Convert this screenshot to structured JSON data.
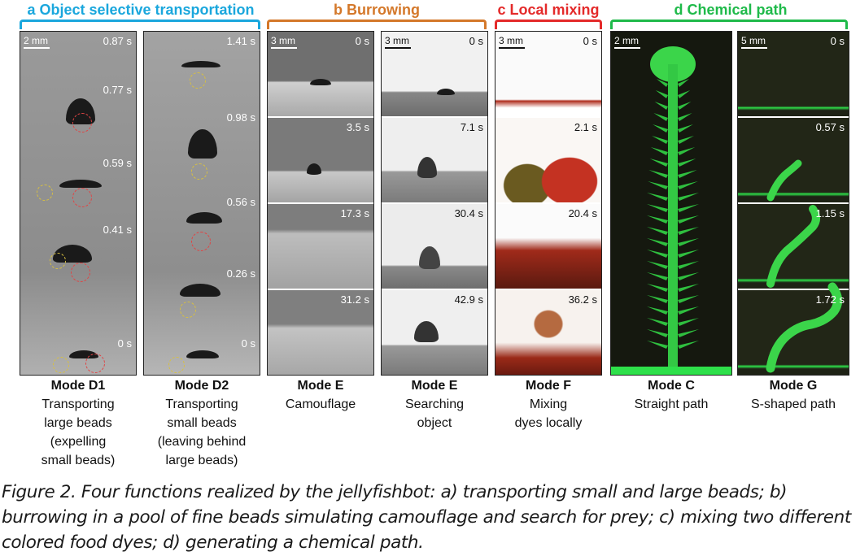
{
  "sections": [
    {
      "key": "a",
      "title": "a Object selective transportation",
      "color": "#1aa7dd"
    },
    {
      "key": "b",
      "title": "b Burrowing",
      "color": "#d4782a"
    },
    {
      "key": "c",
      "title": "c Local mixing",
      "color": "#e42a2a"
    },
    {
      "key": "d",
      "title": "d Chemical path",
      "color": "#1fba4a"
    }
  ],
  "panels": [
    {
      "scale": "2 mm",
      "times": [
        "0.87 s",
        "0.77 s",
        "0.59 s",
        "0.41 s",
        "0 s"
      ],
      "mode": "Mode D1",
      "desc": [
        "Transporting",
        "large beads",
        "(expelling",
        "small beads)"
      ]
    },
    {
      "scale": "",
      "times": [
        "1.41 s",
        "0.98 s",
        "0.56 s",
        "0.26 s",
        "0 s"
      ],
      "mode": "Mode D2",
      "desc": [
        "Transporting",
        "small beads",
        "(leaving behind",
        "large beads)"
      ]
    },
    {
      "scale": "3 mm",
      "times": [
        "0 s",
        "3.5 s",
        "17.3 s",
        "31.2 s"
      ],
      "mode": "Mode E",
      "desc": [
        "Camouflage"
      ]
    },
    {
      "scale": "3 mm",
      "times": [
        "0 s",
        "7.1 s",
        "30.4 s",
        "42.9 s"
      ],
      "mode": "Mode E",
      "desc": [
        "Searching",
        "object"
      ]
    },
    {
      "scale": "3 mm",
      "times": [
        "0 s",
        "2.1 s",
        "20.4 s",
        "36.2 s"
      ],
      "mode": "Mode F",
      "desc": [
        "Mixing",
        "dyes locally"
      ]
    },
    {
      "scale": "2 mm",
      "times": [],
      "mode": "Mode C",
      "desc": [
        "Straight path"
      ]
    },
    {
      "scale": "5 mm",
      "times": [
        "0 s",
        "0.57 s",
        "1.15 s",
        "1.72 s"
      ],
      "mode": "Mode G",
      "desc": [
        "S-shaped path"
      ]
    }
  ],
  "figure_caption": "Figure 2. Four functions realized by the jellyfishbot: a) transporting small and large beads; b) burrowing in a pool of fine beads simulating camouflage and search for prey; c) mixing two different colored food dyes; d) generating a chemical path."
}
